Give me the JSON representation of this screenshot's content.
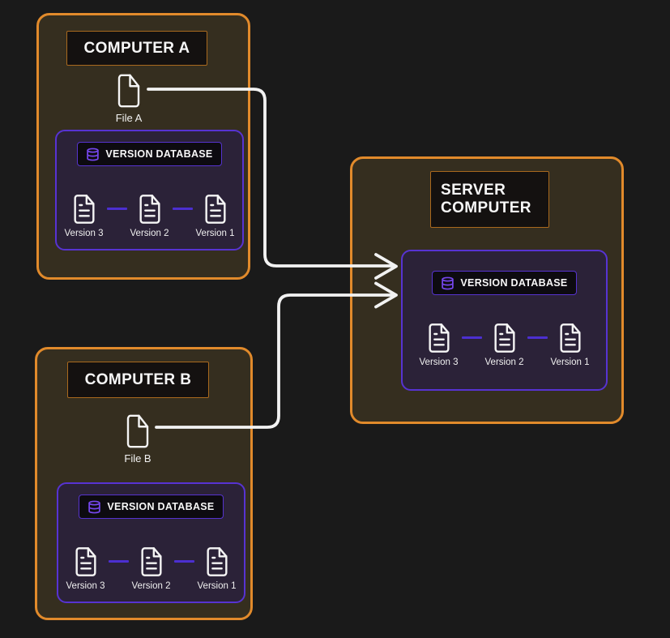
{
  "diagram": {
    "computer_a": {
      "title": "COMPUTER A",
      "file_label": "File A",
      "database": {
        "title": "VERSION DATABASE",
        "versions": [
          "Version 3",
          "Version 2",
          "Version 1"
        ]
      }
    },
    "computer_b": {
      "title": "COMPUTER B",
      "file_label": "File B",
      "database": {
        "title": "VERSION DATABASE",
        "versions": [
          "Version 3",
          "Version 2",
          "Version 1"
        ]
      }
    },
    "server": {
      "title": "SERVER COMPUTER",
      "database": {
        "title": "VERSION DATABASE",
        "versions": [
          "Version 3",
          "Version 2",
          "Version 1"
        ]
      }
    }
  },
  "icons": {
    "file": "file-icon",
    "version_file": "file-text-icon",
    "database": "database-icon",
    "arrowhead": "chevron-arrowhead"
  },
  "colors": {
    "canvas_background": "#1a1a1a",
    "machine_fill": "#352e1f",
    "machine_border": "#e18a2b",
    "label_box_fill": "#141110",
    "database_fill": "#2b2238",
    "database_border": "#5733d2",
    "version_connector": "#4c2fd0",
    "database_icon": "#7647ee",
    "arrow": "#f2f2f2",
    "text": "#f5f5f5"
  }
}
